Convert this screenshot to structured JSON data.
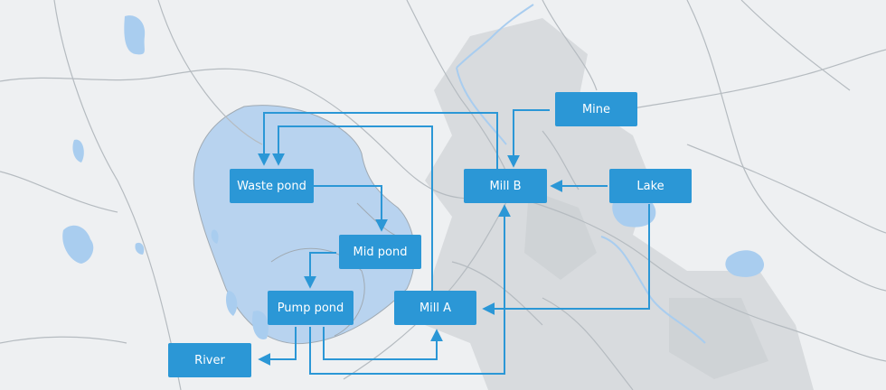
{
  "colors": {
    "background": "#eef0f2",
    "urban_area": "#d8dbde",
    "pond_area": "#b8d3ef",
    "water": "#a9cdef",
    "roads": "#b5bbc0",
    "node_fill": "#2b97d6",
    "node_text": "#ffffff",
    "flow_line": "#2b97d6"
  },
  "nodes": {
    "waste_pond": "Waste pond",
    "mid_pond": "Mid pond",
    "pump_pond": "Pump pond",
    "river": "River",
    "mill_a": "Mill A",
    "mill_b": "Mill B",
    "mine": "Mine",
    "lake": "Lake"
  },
  "flows": [
    {
      "from": "Mine",
      "to": "Mill B"
    },
    {
      "from": "Lake",
      "to": "Mill B"
    },
    {
      "from": "Lake",
      "to": "Mill A"
    },
    {
      "from": "Mill B",
      "to": "Waste pond"
    },
    {
      "from": "Mill A",
      "to": "Waste pond"
    },
    {
      "from": "Waste pond",
      "to": "Mid pond"
    },
    {
      "from": "Mid pond",
      "to": "Pump pond"
    },
    {
      "from": "Pump pond",
      "to": "River"
    },
    {
      "from": "Pump pond",
      "to": "Mill A"
    },
    {
      "from": "Pump pond",
      "to": "Mill B"
    }
  ]
}
